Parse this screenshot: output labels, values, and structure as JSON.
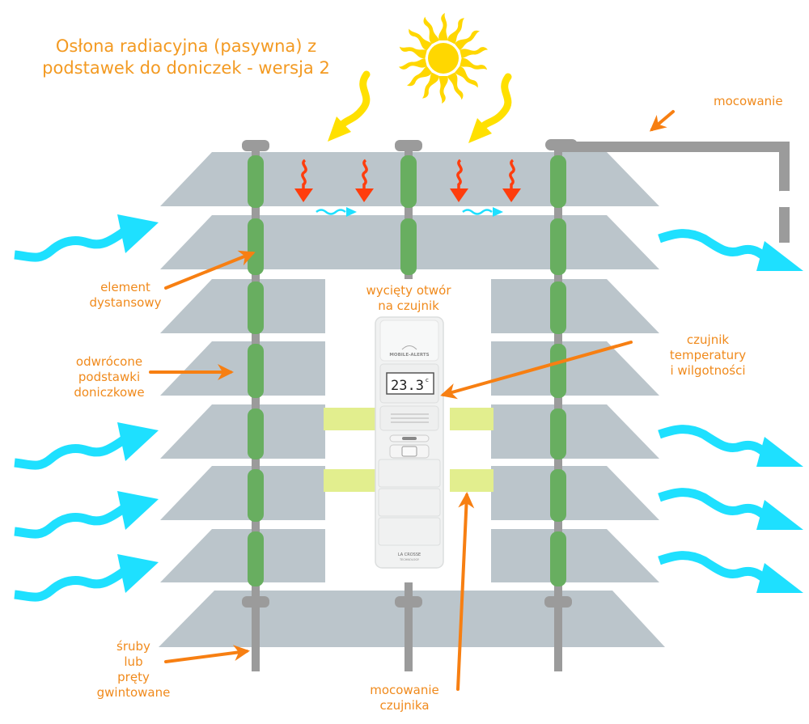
{
  "title": {
    "line1": "Osłona radiacyjna (pasywna) z",
    "line2": "podstawek do doniczek - wersja 2"
  },
  "labels": {
    "mounting": "mocowanie",
    "spacer": [
      "element",
      "dystansowy"
    ],
    "inverted_saucers": [
      "odwrócone",
      "podstawki",
      "doniczkowe"
    ],
    "sensor_hole": [
      "wycięty otwór",
      "na czujnik"
    ],
    "sensor": [
      "czujnik",
      "temperatury",
      "i wilgotności"
    ],
    "bolts": [
      "śruby",
      "lub",
      "pręty",
      "gwintowane"
    ],
    "sensor_mounting": [
      "mocowanie",
      "czujnika"
    ]
  },
  "sensor_device": {
    "brand_top": "MOBILE-ALERTS",
    "display_value": "23.3",
    "display_unit": "°C",
    "brand_bottom": "LA CROSSE",
    "brand_bottom_sub": "TECHNOLOGY"
  },
  "colors": {
    "label_orange": "#f08a1c",
    "arrow_orange": "#f77f12",
    "plate_gray": "#bbc5cb",
    "rod_gray": "#9b9b9b",
    "spacer_green": "#68ae60",
    "wind_cyan": "#1ee0ff",
    "heat_red": "#ff3d0d",
    "sun_yellow": "#ffd700",
    "sensor_mount_yellow": "#e2ee8e"
  },
  "icons": [
    "sun-icon",
    "sunlight-arrow-icon",
    "heat-arrow-icon",
    "wind-arrow-icon",
    "airflow-arrow-icon",
    "pointer-arrow-icon"
  ]
}
